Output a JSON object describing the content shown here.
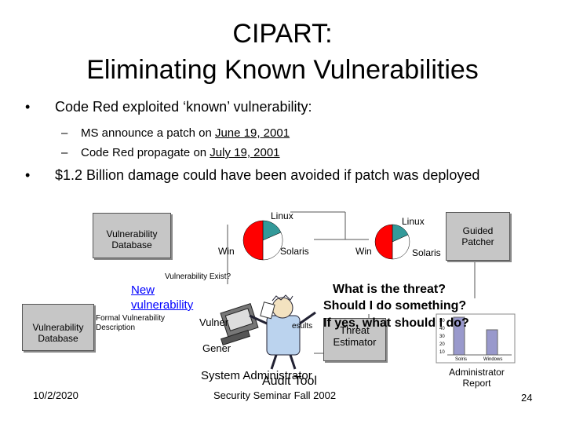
{
  "title": {
    "line1": "CIPART:",
    "line2": "Eliminating Known Vulnerabilities"
  },
  "bullets": {
    "b1": "Code Red exploited ‘known’ vulnerability:",
    "b1_sub1_prefix": "MS announce a patch on ",
    "b1_sub1_date": "June 19, 2001",
    "b1_sub2_prefix": "Code Red propagate on ",
    "b1_sub2_date": "July 19, 2001",
    "b2": "$1.2 Billion damage could have been avoided if patch was deployed",
    "bullet_char": "•",
    "dash_char": "–"
  },
  "diagram": {
    "vuln_db_top": "Vulnerability Database",
    "vuln_db_left": "Vulnerability Database",
    "pie1": {
      "linux": "Linux",
      "win": "Win",
      "solaris": "Solaris"
    },
    "pie2": {
      "linux": "Linux",
      "win": "Win",
      "solaris": "Solaris"
    },
    "guided_patcher": "Guided Patcher",
    "vuln_exist": "Vulnerability Exist?",
    "new_vuln": "New vulnerability",
    "formal_desc": "Formal Vulnerability Description",
    "vuln_partial": "Vulner",
    "generator_partial": "Gener",
    "results_partial": "esults",
    "threat_estimator": "Threat Estimator",
    "sysadmin": "System Administrator",
    "audit_tool": "Audit Tool",
    "questions": {
      "q1": "What is the threat?",
      "q2": "Should I do something?",
      "q3": "If yes, what should I do?"
    },
    "admin_report": "Administrator Report",
    "report_labels": {
      "solaris": "Solris",
      "windows": "Windows"
    }
  },
  "footer": {
    "date": "10/2/2020",
    "center": "Security Seminar Fall 2002",
    "page": "24"
  },
  "colors": {
    "pie_red": "#ff0000",
    "pie_teal": "#339999",
    "pie_white": "#ffffff",
    "box_gray": "#c6c6c6",
    "link_blue": "#0000ff"
  }
}
